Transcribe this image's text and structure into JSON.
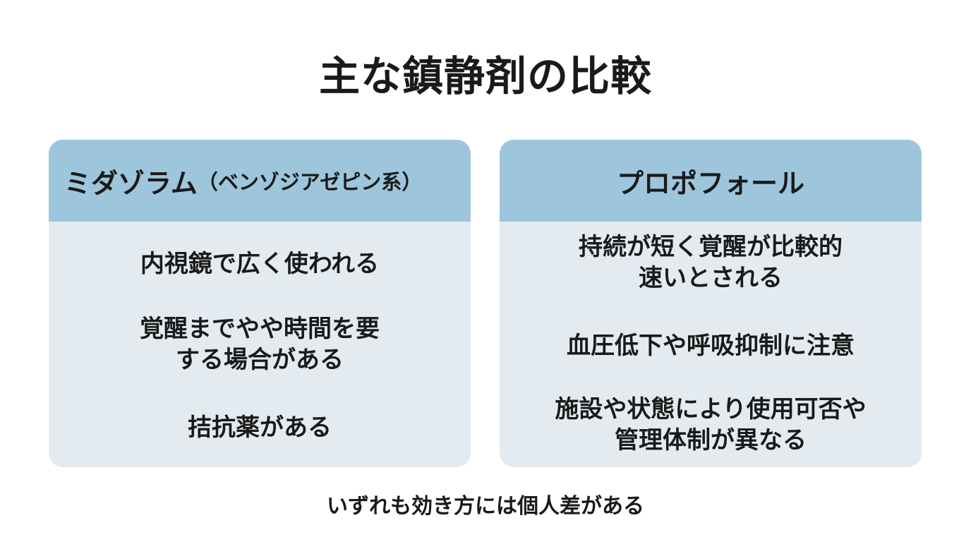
{
  "title": "主な鎮静剤の比較",
  "cards": [
    {
      "header": "ミダゾラム",
      "header_sub": "（ベンゾジアゼピン系）",
      "items": [
        "内視鏡で広く使われる",
        "覚醒までやや時間を要\nする場合がある",
        "拮抗薬がある"
      ]
    },
    {
      "header": "プロポフォール",
      "items": [
        "持続が短く覚醒が比較的\n速いとされる",
        "血圧低下や呼吸抑制に注意",
        "施設や状態により使用可否や\n管理体制が異なる"
      ]
    }
  ],
  "footer": "いずれも効き方には個人差がある",
  "colors": {
    "header_bg": "#9dc6dc",
    "card_bg": "#e4ebf0",
    "text": "#1a1a1a"
  }
}
